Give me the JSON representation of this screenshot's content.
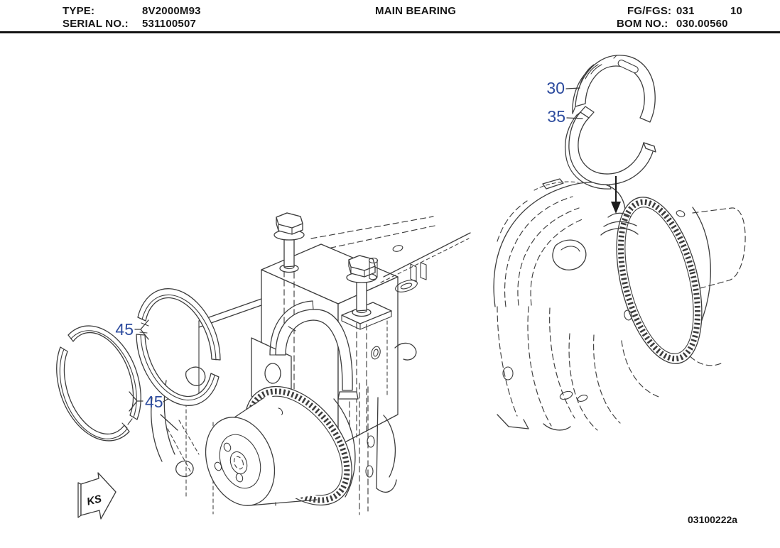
{
  "header": {
    "type_label": "TYPE:",
    "type_value": "8V2000M93",
    "serial_label": "SERIAL NO.:",
    "serial_value": "531100507",
    "title": "MAIN BEARING",
    "fg_label": "FG/FGS:",
    "fg_value": "031",
    "fg_extra": "10",
    "bom_label": "BOM NO.:",
    "bom_value": "030.00560"
  },
  "callouts": {
    "upper_shell": "30",
    "lower_shell": "35",
    "thrust_washer_right": "45",
    "thrust_washer_left": "45"
  },
  "annotations": {
    "view_direction": "KS",
    "drawing_number": "03100222a"
  },
  "colors": {
    "callout_blue": "#2c4b9e",
    "line": "#3d3d3d",
    "background": "#ffffff"
  }
}
